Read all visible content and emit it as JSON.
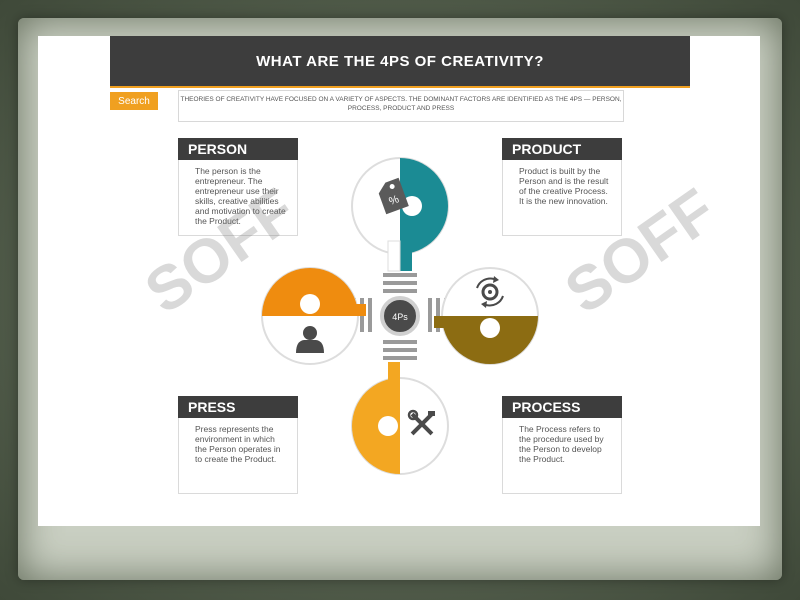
{
  "title": "WHAT ARE THE 4PS OF CREATIVITY?",
  "search_tag": "Search",
  "intro_text": "THEORIES OF CREATIVITY HAVE FOCUSED ON A VARIETY OF ASPECTS. THE DOMINANT FACTORS ARE IDENTIFIED AS THE 4PS — PERSON, PROCESS, PRODUCT AND PRESS",
  "center_label": "4Ps",
  "cards": {
    "person": {
      "heading": "PERSON",
      "text": "The person is the entrepreneur. The entrepreneur use their skills, creative abilities and motivation to create the Product."
    },
    "product": {
      "heading": "PRODUCT",
      "text": "Product is built by the Person and is the result of the creative Process. It is the new innovation."
    },
    "press": {
      "heading": "PRESS",
      "text": "Press represents the environment in which the Person operates in to create the Product."
    },
    "process": {
      "heading": "PROCESS",
      "text": "The Process refers to the procedure used by the Person to develop the Product."
    }
  },
  "icons": {
    "product": "price-tag-icon",
    "process": "recycle-gear-icon",
    "person": "user-icon",
    "press": "tools-icon"
  },
  "watermark": "SOFF",
  "colors": {
    "orange": "#ef8c0f",
    "teal": "#1b8b94",
    "olive": "#8c6c12",
    "yellow": "#f3a722",
    "dark": "#3d3d3d"
  }
}
